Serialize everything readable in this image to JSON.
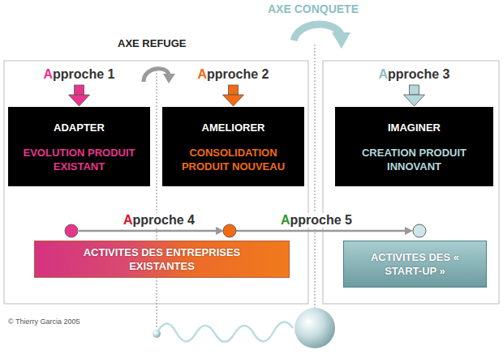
{
  "diagram": {
    "nodes": [
      {
        "text": [
          "Approche 1",
          "ADAPTER",
          "EVOLUTION PRODUIT EXISTANT"
        ]
      },
      {
        "text": [
          "Approche 2",
          "AMELIORER",
          "CONSOLIDATION PRODUIT NOUVEAU"
        ]
      },
      {
        "text": [
          "Approche 3",
          "IMAGINER",
          "CREATION PRODUIT INNOVANT"
        ]
      },
      {
        "text": [
          "ACTIVITES DES ENTREPRISES EXISTANTES"
        ]
      },
      {
        "text": [
          "ACTIVITES DES « START-UP »"
        ]
      }
    ],
    "labels": [
      "AXE CONQUETE",
      "AXE REFUGE",
      "Approche 4",
      "Approche 5",
      "© Thierry Garcia 2005"
    ]
  }
}
